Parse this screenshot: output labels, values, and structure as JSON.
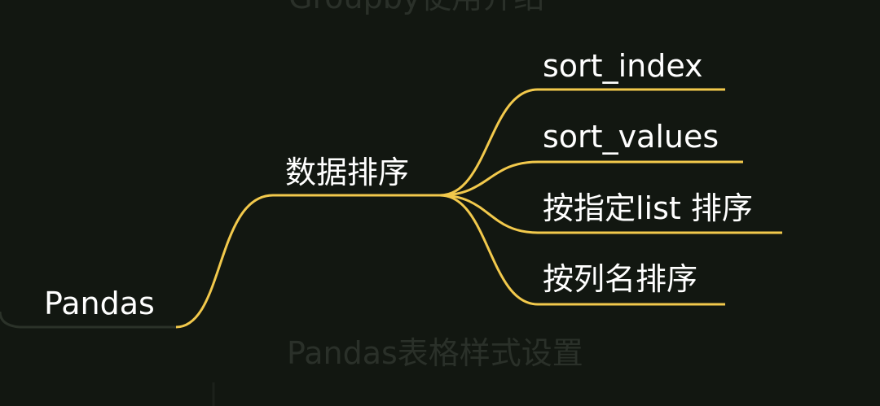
{
  "mindmap": {
    "root": "Pandas",
    "branch": "数据排序",
    "leaves": [
      "sort_index",
      "sort_values",
      "按指定list 排序",
      "按列名排序"
    ],
    "faded_top": "Groupby使用介绍",
    "faded_bottom": "Pandas表格样式设置"
  },
  "colors": {
    "background": "#121711",
    "link": "#f2c94c",
    "faded_link": "#2b3229",
    "text": "#ffffff",
    "faded_text": "#2a3029"
  }
}
